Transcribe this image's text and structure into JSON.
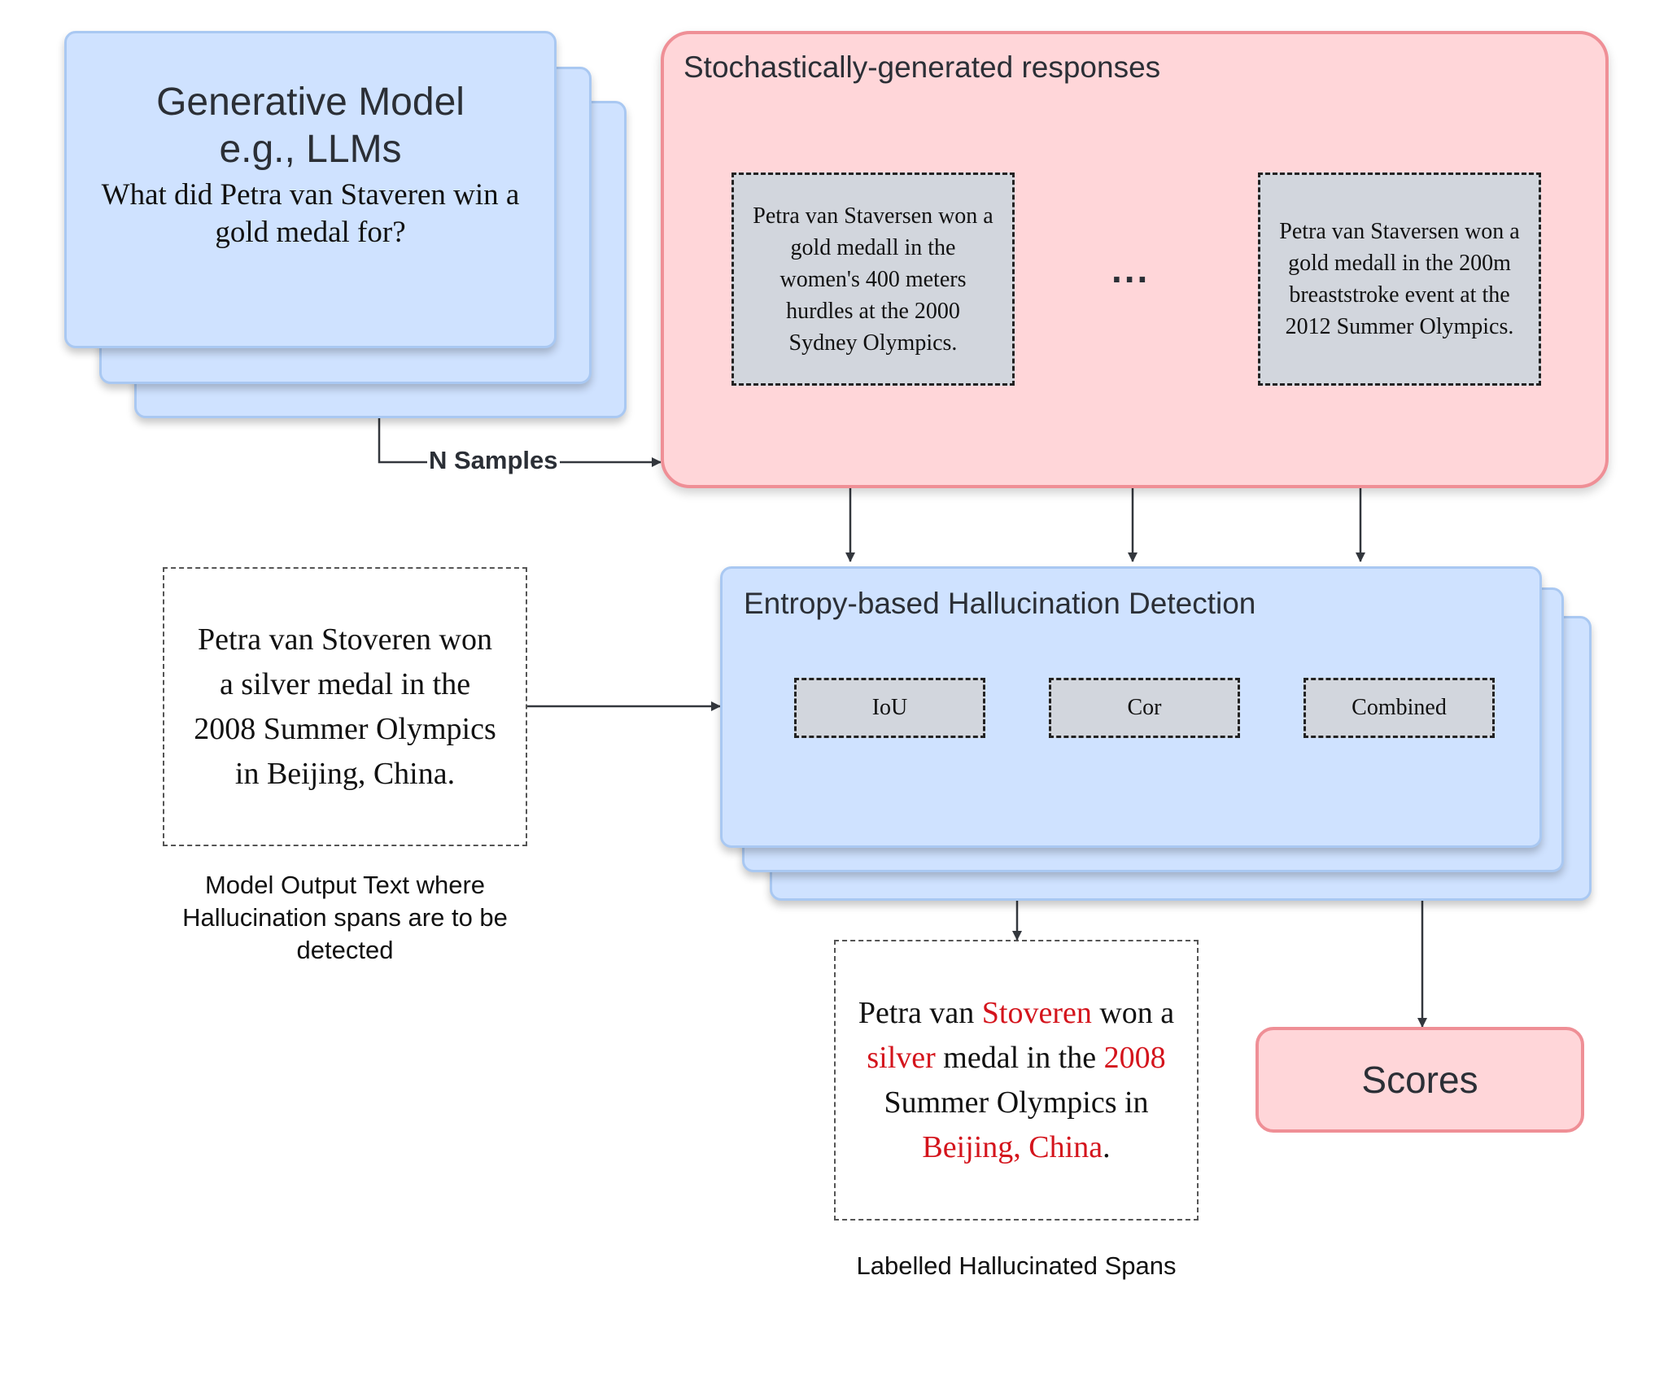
{
  "generative_model": {
    "title_line1": "Generative Model",
    "title_line2": "e.g., LLMs",
    "question": "What did Petra van Staveren win a gold medal for?"
  },
  "stochastic": {
    "title": "Stochastically-generated responses",
    "response_1": "Petra van Staversen won a gold medall in the women's 400 meters hurdles at the 2000 Sydney Olympics.",
    "ellipsis": "...",
    "response_2": "Petra van Staversen won a gold medall in the 200m breaststroke event at the 2012 Summer Olympics."
  },
  "n_samples_label": "N Samples",
  "model_output": {
    "text": "Petra van Stoveren won a silver medal in the 2008 Summer Olympics in Beijing, China.",
    "caption": "Model Output Text where Hallucination spans are to be detected"
  },
  "detection": {
    "title": "Entropy-based Hallucination Detection",
    "methods": [
      "IoU",
      "Cor",
      "Combined"
    ]
  },
  "labelled": {
    "segments": [
      {
        "text": "Petra van ",
        "hallucinated": false
      },
      {
        "text": "Stoveren",
        "hallucinated": true
      },
      {
        "text": " won a ",
        "hallucinated": false
      },
      {
        "text": "silver",
        "hallucinated": true
      },
      {
        "text": " medal in the ",
        "hallucinated": false
      },
      {
        "text": "2008",
        "hallucinated": true
      },
      {
        "text": " Summer Olympics in ",
        "hallucinated": false
      },
      {
        "text": "Beijing, China",
        "hallucinated": true
      },
      {
        "text": ".",
        "hallucinated": false
      }
    ],
    "caption": "Labelled Hallucinated Spans"
  },
  "scores_label": "Scores",
  "colors": {
    "blue_fill": "#cfe2ff",
    "pink_fill": "#ffd6d9",
    "grey_fill": "#d2d6dd",
    "hallucination_red": "#d4141c"
  }
}
